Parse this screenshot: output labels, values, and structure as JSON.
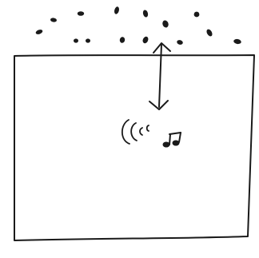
{
  "diagram": {
    "ink_color": "#1a1a1a",
    "background_color": "#ffffff",
    "elements": [
      {
        "name": "scattered-dots",
        "description": ""
      },
      {
        "name": "box",
        "description": ""
      },
      {
        "name": "double-arrow",
        "description": ""
      },
      {
        "name": "sound-waves-icon",
        "description": ""
      },
      {
        "name": "music-note-icon",
        "description": ""
      }
    ]
  }
}
